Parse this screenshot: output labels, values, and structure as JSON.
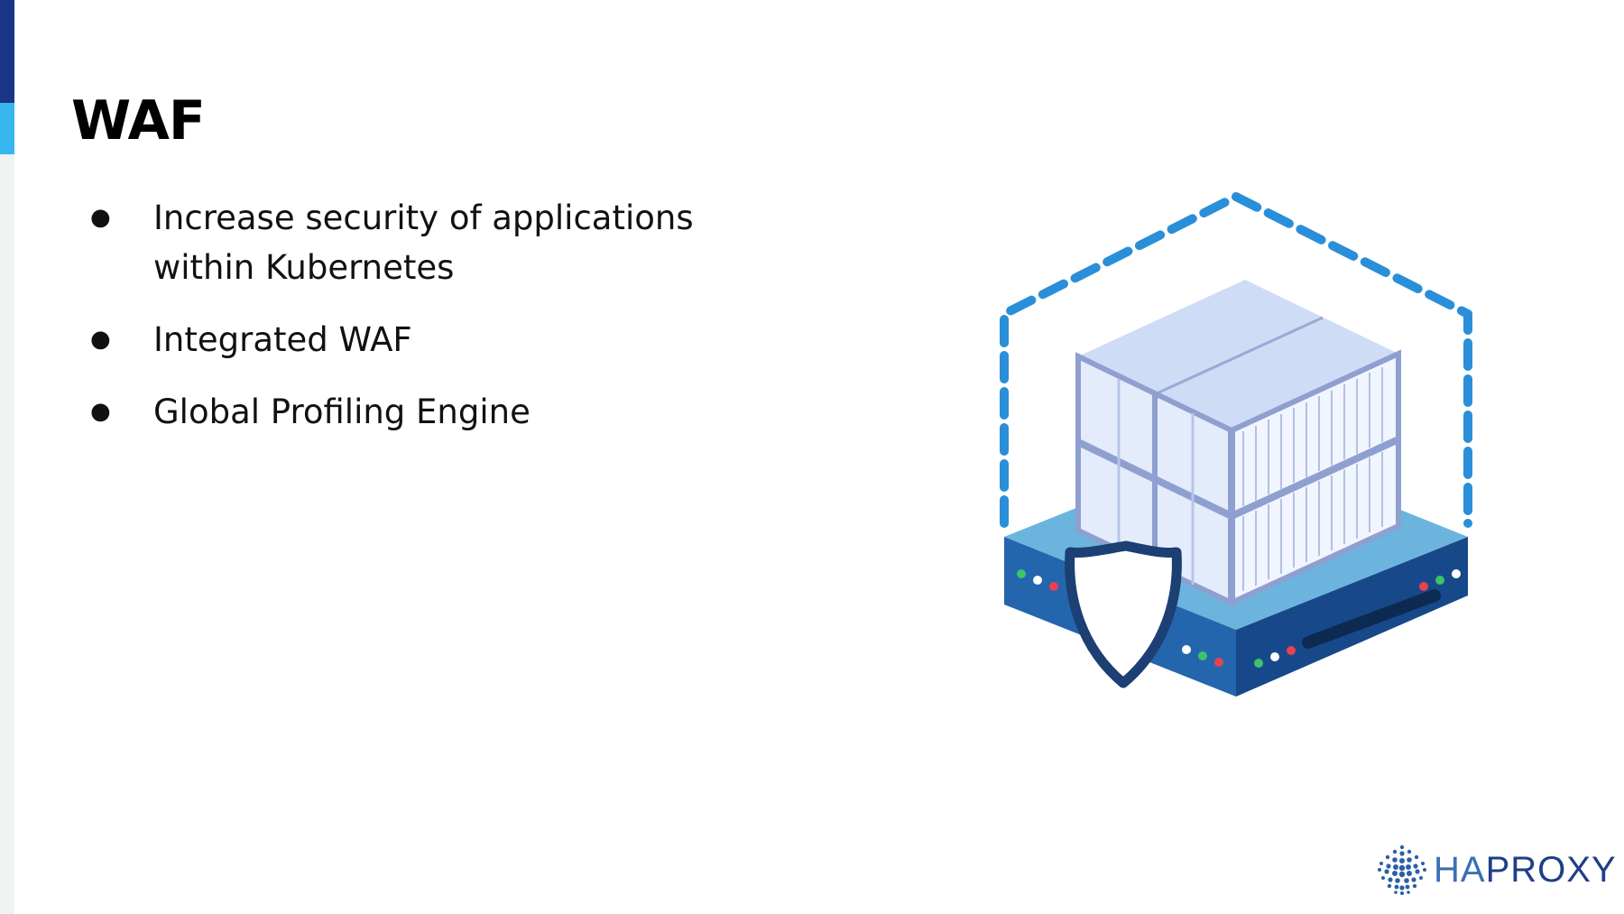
{
  "slide": {
    "title": "WAF",
    "bullets": [
      "Increase security of applications within Kubernetes",
      "Integrated WAF",
      "Global Profiling Engine"
    ],
    "bullet_marker": "●"
  },
  "illustration": {
    "icon": "container-shield-server-icon",
    "colors": {
      "dashed_boundary": "#2a8fd8",
      "server_top": "#6bb4dd",
      "server_side": "#1e5aa0",
      "containers": "#d5e1f7",
      "shield": "#1c3f74"
    }
  },
  "logo": {
    "icon": "haproxy-logo-icon",
    "text_prefix": "HA",
    "text_suffix": "PROXY"
  },
  "colors": {
    "accent_dark": "#1a3586",
    "accent_light": "#38b6f0",
    "rail": "#eef3f3",
    "brand": "#1e3f87"
  }
}
